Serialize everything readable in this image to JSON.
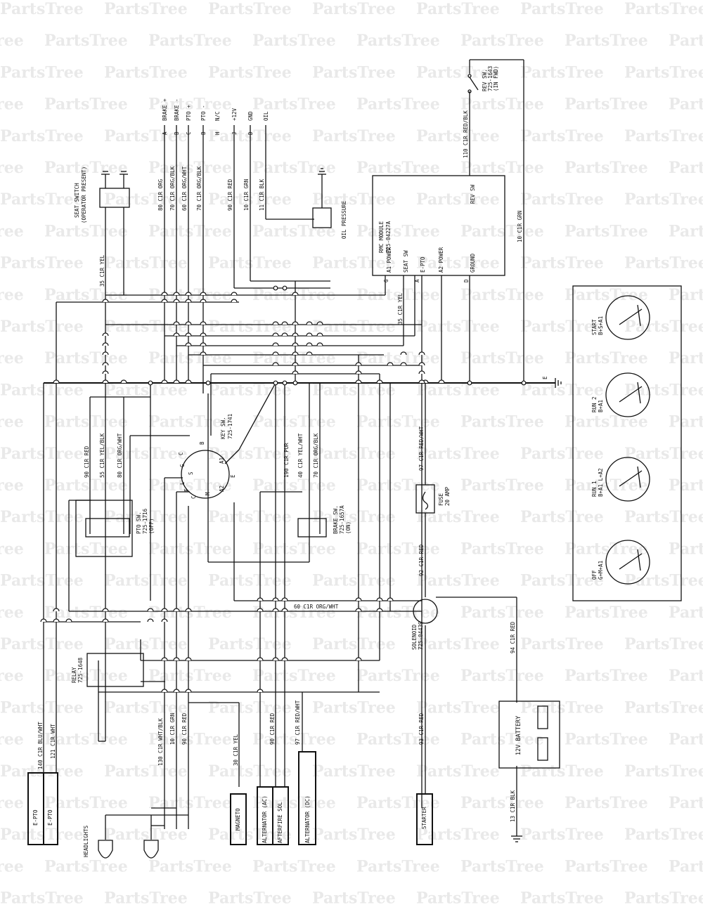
{
  "watermark": "PartsTree",
  "wire_labels": {
    "w35_yel": "35 C1R YEL",
    "w80_org": "80 C1R ORG",
    "w70_org_blk": "70 C1R ORG/BLK",
    "w60_org_wht": "60 C1R ORG/WHT",
    "w70_org_blk2": "70 C1R ORG/BLK",
    "w90_red": "90 C1R RED",
    "w10_grn": "10 C1R GRN",
    "w11_blk": "11 C1R BLK",
    "w110_red_blk": "110 C1R RED/BLK",
    "w10_grn2": "10 C1R GRN",
    "w35_yel2": "35 C1R YEL",
    "w97_red_wht": "97 C1R RED/WHT",
    "w90_red2": "90 C1R RED",
    "w55_yel_blk": "55 C1R YEL/BLK",
    "w80_org_wht": "80 C1R ORG/WHT",
    "w190_pur": "190 C1R PUR",
    "w40_yel_wht": "40 C1R YEL/WHT",
    "w70_org_blk3": "70 C1R ORG/BLK",
    "w92_red": "92 C1R RED",
    "w60_org_wht2": "60 C1R ORG/WHT",
    "w94_red": "94 C1R RED",
    "w93_red": "93 C1R RED",
    "w13_blk": "13 C1R BLK",
    "w140_blu_wht": "140 C1R BLU/WHT",
    "w121_wht": "121 C1R WHT",
    "w130_wht_blk": "130 C1R WHT/BLK",
    "w10_grn3": "10 C1R GRN",
    "w90_red3": "90 C1R RED",
    "w30_yel": "30 C1R YEL",
    "w90_red4": "90 C1R RED",
    "w97_red_wht2": "97 C1R RED/WHT"
  },
  "harness_terminals": [
    "BRAKE +",
    "BRAKE -",
    "PTO +",
    "PTO -",
    "N/C",
    "+12V",
    "GND",
    "OIL"
  ],
  "harness_letters": [
    "A",
    "B",
    "C",
    "B",
    "H",
    "J",
    "D",
    ""
  ],
  "components": {
    "seat_switch": "SEAT SWITCH",
    "seat_switch_sub": "(OPERATOR PRESENT)",
    "oil_pressure": "OIL PRESSURE",
    "rmc_module": "RMC MODULE",
    "rmc_part": "725-04227A",
    "rmc_pins": [
      "A1 POWER",
      "SEAT SW",
      "E-PTO",
      "A2 POWER",
      "GROUND",
      "REV SW"
    ],
    "rmc_letters": [
      "G",
      "A",
      "",
      "",
      "D",
      ""
    ],
    "rev_sw": "REV SW.",
    "rev_sw_part": "725-1643",
    "rev_sw_state": "(IN FWD)",
    "key_sw": "KEY SW.",
    "key_sw_part": "725-1741",
    "pto_sw": "PTO SW.",
    "pto_sw_part": "725-1716",
    "pto_sw_state": "(OFF)",
    "brake_sw": "BRAKE SW.",
    "brake_sw_part": "725-1657A",
    "brake_sw_state": "(ON)",
    "fuse": "FUSE",
    "fuse_rating": "20 AMP",
    "solenoid": "SOLENOID",
    "solenoid_part": "725-04439",
    "relay": "RELAY",
    "relay_part": "725-1648",
    "battery": "12V BATTERY",
    "starter": "STARTER",
    "alternator_dc": "ALTERNATOR (DC)",
    "afterfire_sol": "AFTERFIRE SOL",
    "alternator_ac": "ALTERNATOR (AC)",
    "magneto": "MAGNETO",
    "e_pto": "E-PTO",
    "headlights": "HEADLIGHTS"
  },
  "key_positions": [
    {
      "title": "START",
      "logic": "B+S+A1"
    },
    {
      "title": "RUN 2",
      "logic": "B+A1"
    },
    {
      "title": "RUN 1",
      "logic": "B+A1 L+A2"
    },
    {
      "title": "OFF",
      "logic": "G+M+A1"
    }
  ],
  "pin_letters": {
    "ground_e": "E",
    "key_pins": [
      "B",
      "A1",
      "E",
      "A2",
      "M",
      "C",
      "F",
      "L",
      "S",
      "G",
      "C"
    ]
  }
}
